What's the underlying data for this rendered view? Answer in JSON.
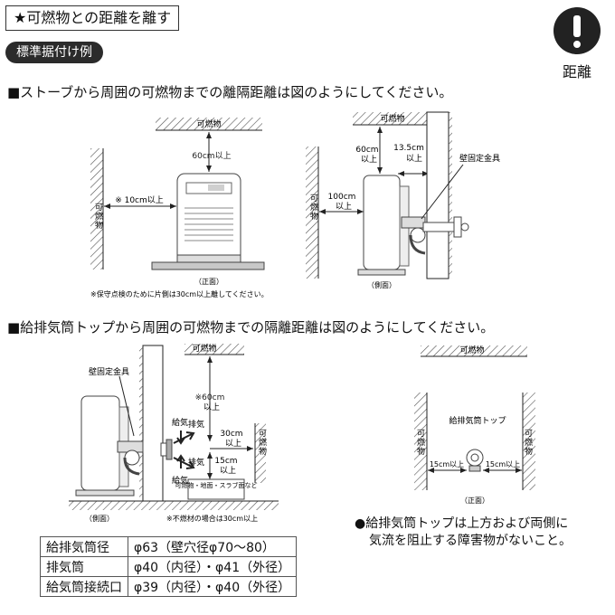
{
  "header": {
    "title": "★可燃物との距離を離す",
    "example_label": "標準据付け例",
    "badge_label": "距離",
    "badge_icon": "exclamation-icon"
  },
  "section1": {
    "heading": "■ストーブから周囲の可燃物までの離隔距離は図のようにしてください。",
    "front": {
      "top_wall": "可燃物",
      "top_dist": "60cm以上",
      "left_wall": "可燃物",
      "side_dist": "※ 10cm以上",
      "caption": "（正面）",
      "footnote": "※保守点検のために片側は30cm以上離してください。"
    },
    "side": {
      "top_wall": "可燃物",
      "top_dist_1": "60cm",
      "top_dist_1b": "以上",
      "top_dist_2": "13.5cm",
      "top_dist_2b": "以上",
      "left_wall": "可燃物",
      "back_dist": "100cm",
      "back_dist_b": "以上",
      "bracket": "壁固定金具",
      "caption": "（側面）"
    }
  },
  "section2": {
    "heading": "■給排気筒トップから周囲の可燃物までの隔離距離は図のようにしてください。",
    "side": {
      "bracket": "壁固定金具",
      "top_wall": "可燃物",
      "up_dist": "※60cm",
      "up_dist_b": "以上",
      "right_wall": "可燃物",
      "right_dist": "30cm",
      "right_dist_b": "以上",
      "down_dist": "15cm",
      "down_dist_b": "以上",
      "intake": "給気",
      "exhaust": "排気",
      "intake2": "給気",
      "exhaust2": "排気",
      "ground_box": "可燃物・地面・スラブ面など",
      "footnote": "※不燃材の場合は30cm以上",
      "caption": "（側面）"
    },
    "front": {
      "top_wall": "可燃物",
      "label": "給排気筒トップ",
      "left_wall": "可燃物",
      "right_wall": "可燃物",
      "left_dist": "15cm以上",
      "right_dist": "15cm以上",
      "caption": "（正面）"
    },
    "note_line1": "●給排気筒トップは上方および両側に",
    "note_line2": "気流を阻止する障害物がないこと。"
  },
  "spec_table": [
    {
      "label": "給排気筒径",
      "value": "φ63（壁穴径φ70〜80）"
    },
    {
      "label": "排気筒",
      "value": "φ40（内径）・φ41（外径）"
    },
    {
      "label": "給気筒接続口",
      "value": "φ39（内径）・φ40（外径）"
    }
  ]
}
